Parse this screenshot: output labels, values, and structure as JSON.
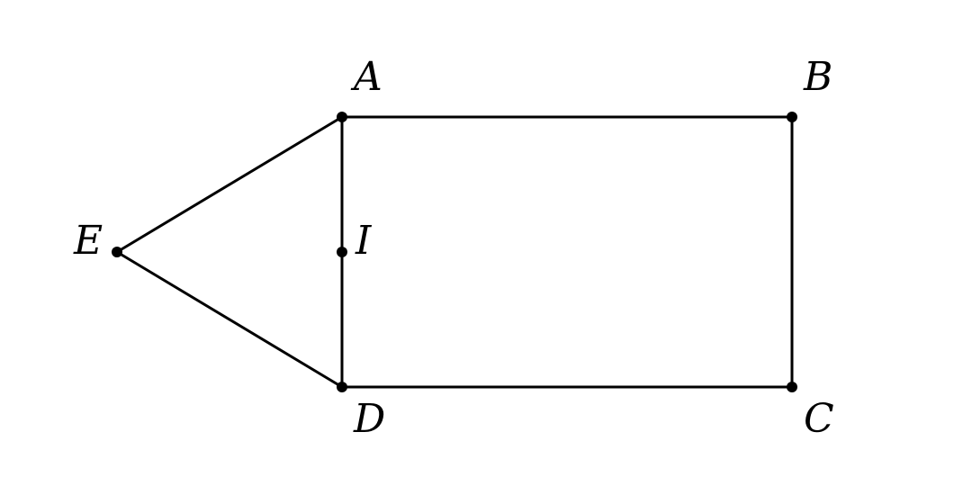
{
  "figure": {
    "points": {
      "A": {
        "label": "A"
      },
      "B": {
        "label": "B"
      },
      "C": {
        "label": "C"
      },
      "D": {
        "label": "D"
      },
      "E": {
        "label": "E"
      },
      "I": {
        "label": "I"
      }
    },
    "segments": [
      [
        "A",
        "B"
      ],
      [
        "B",
        "C"
      ],
      [
        "C",
        "D"
      ],
      [
        "D",
        "A"
      ],
      [
        "A",
        "E"
      ],
      [
        "E",
        "D"
      ]
    ],
    "colors": {
      "stroke": "#000000",
      "background": "#ffffff"
    }
  }
}
